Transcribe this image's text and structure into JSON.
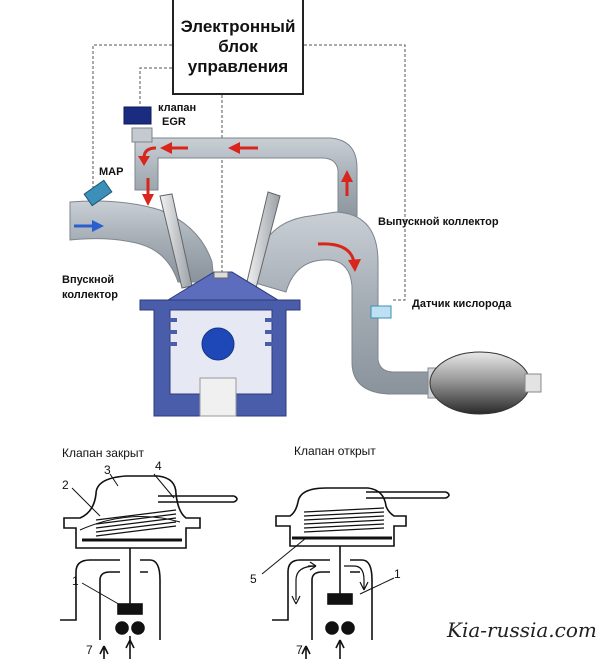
{
  "ecu": {
    "line1": "Электронный",
    "line2": "блок",
    "line3": "управления"
  },
  "labels": {
    "egr_valve_1": "клапан",
    "egr_valve_2": "EGR",
    "map": "MAP",
    "exhaust_manifold": "Выпускной коллектор",
    "intake_1": "Впускной",
    "intake_2": "коллектор",
    "oxygen_sensor": "Датчик кислорода",
    "valve_closed": "Клапан закрыт",
    "valve_open": "Клапан открыт"
  },
  "callouts": {
    "n1": "1",
    "n2": "2",
    "n3": "3",
    "n4": "4",
    "n5": "5",
    "n7": "7"
  },
  "watermark": "Kia-russia.com",
  "colors": {
    "pipe": "#a9b1b9",
    "flow_arrow": "#d9261c",
    "intake_arrow": "#2a5fcf",
    "engine": "#4a5dab",
    "piston_center": "#1e47b8",
    "egr_block": "#1a2c80",
    "map_sensor": "#3c8fb8"
  }
}
